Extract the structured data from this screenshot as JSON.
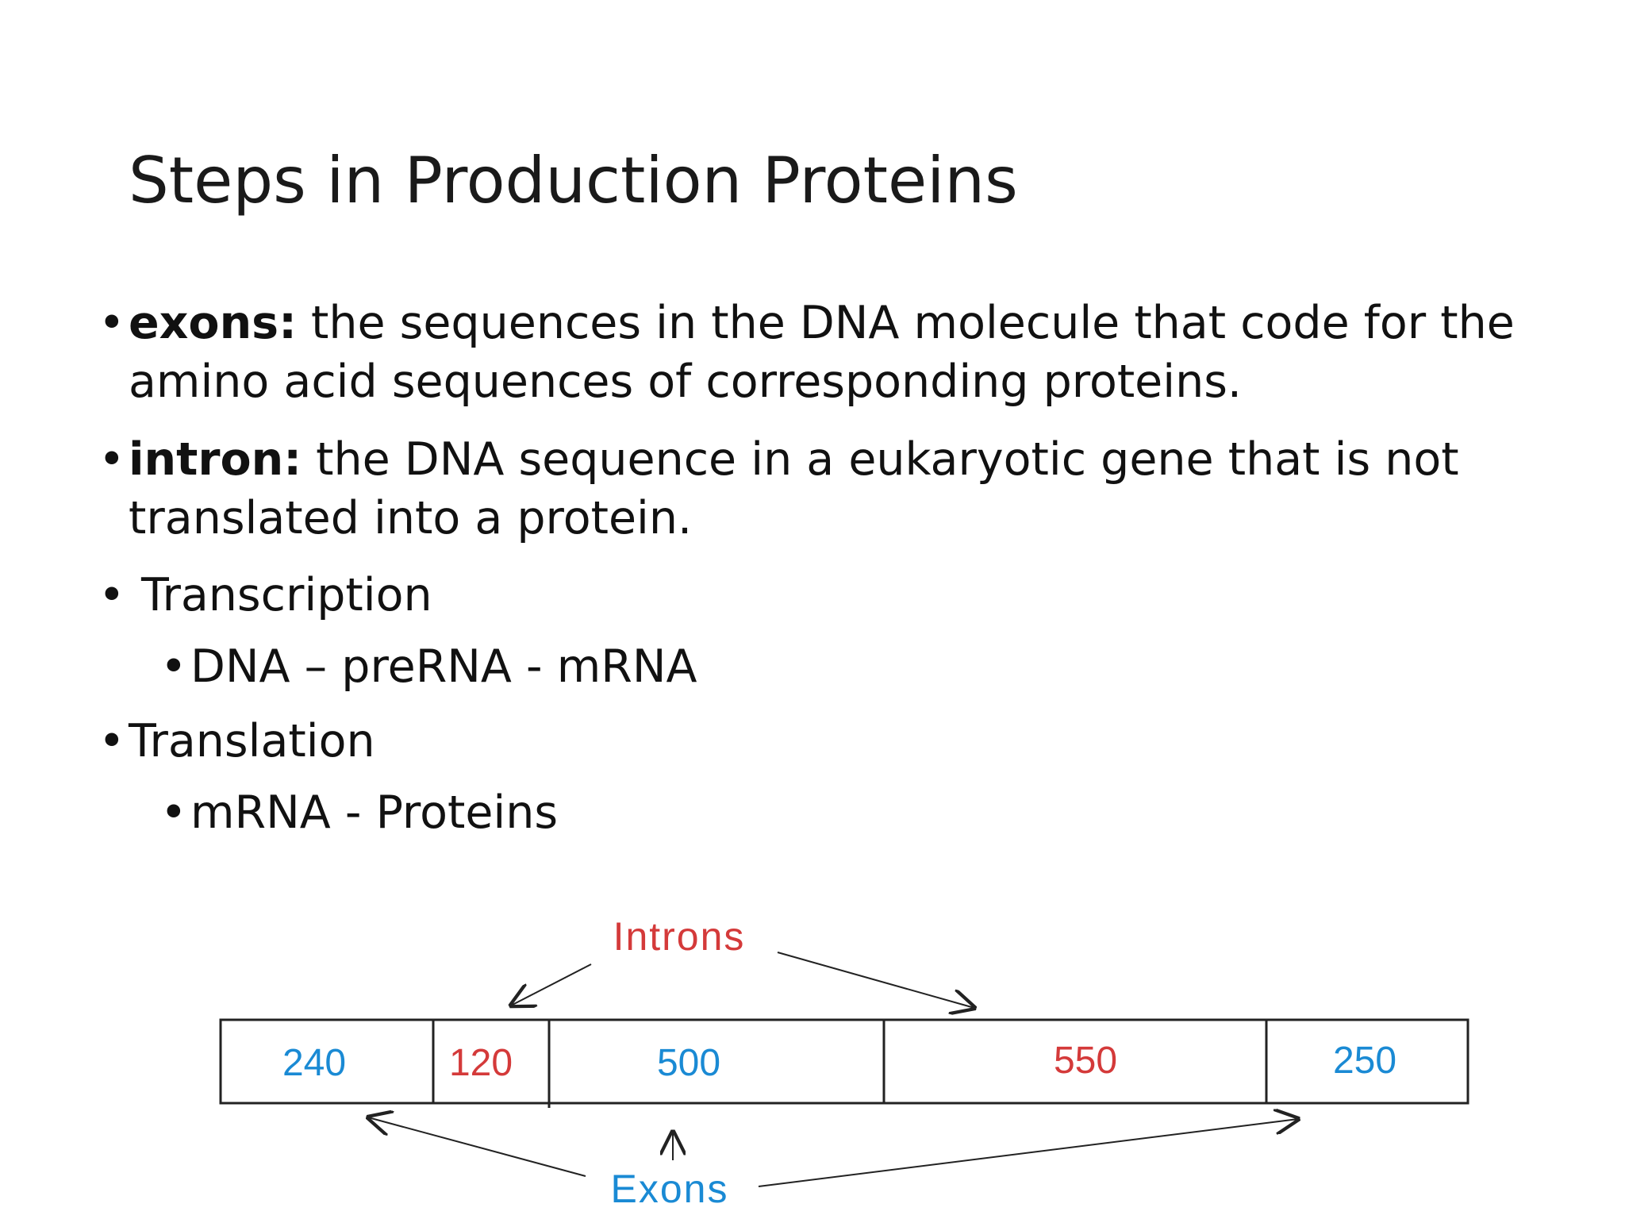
{
  "slide": {
    "title": "Steps in Production Proteins"
  },
  "bullets": [
    {
      "term": "exons:",
      "line1": " the sequences in the DNA molecule that code for the",
      "line2": "amino acid sequences of corresponding proteins."
    },
    {
      "term": "intron:",
      "line1": " the DNA sequence in a eukaryotic gene that is not",
      "line2": "translated into a protein."
    },
    {
      "text": "Transcription",
      "sub": "DNA – preRNA - mRNA"
    },
    {
      "text": "Translation",
      "sub": "mRNA - Proteins"
    }
  ],
  "diagram": {
    "introns_label": "Introns",
    "exons_label": "Exons",
    "segments": [
      {
        "value": "240",
        "kind": "exon"
      },
      {
        "value": "120",
        "kind": "intron"
      },
      {
        "value": "500",
        "kind": "exon"
      },
      {
        "value": "550",
        "kind": "intron"
      },
      {
        "value": "250",
        "kind": "exon"
      }
    ],
    "colors": {
      "exon": "#1a8ad4",
      "intron": "#d43a3a",
      "box": "#222222"
    }
  }
}
